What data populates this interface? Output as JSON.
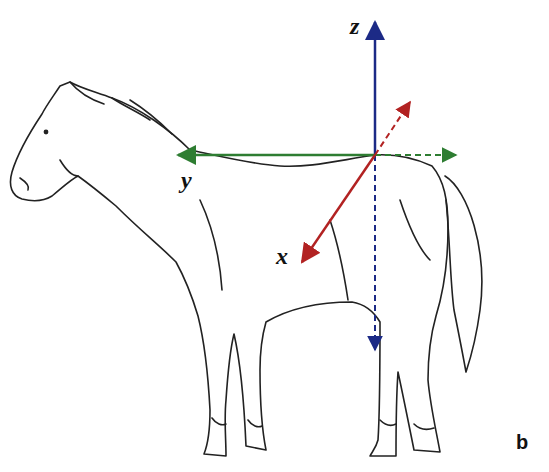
{
  "diagram": {
    "labels": [
      "z",
      "y",
      "x",
      "b"
    ]
  }
}
